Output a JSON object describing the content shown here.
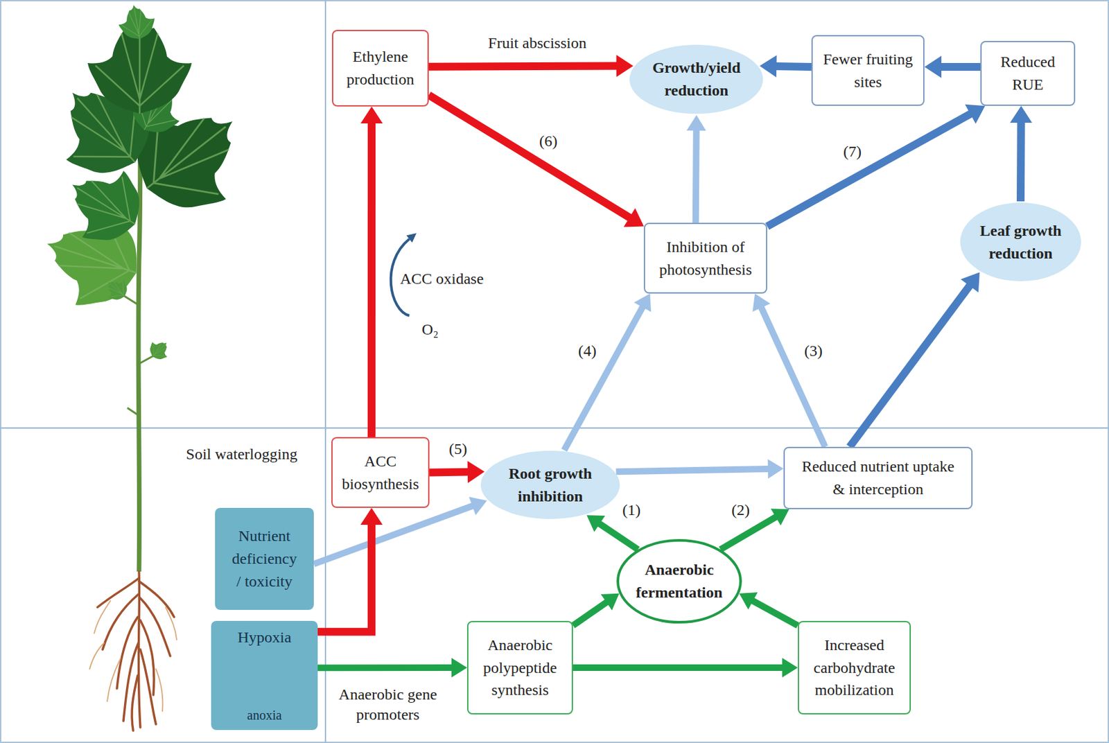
{
  "diagram": {
    "nodes": [
      {
        "text": [
          "Ethylene production"
        ]
      },
      {
        "text": [
          "Growth/yield reduction"
        ]
      },
      {
        "text": [
          "Fewer fruiting sites"
        ]
      },
      {
        "text": [
          "Reduced RUE"
        ]
      },
      {
        "text": [
          "Inhibition of photosynthesis"
        ]
      },
      {
        "text": [
          "Leaf growth reduction"
        ]
      },
      {
        "text": [
          "ACC biosynthesis"
        ]
      },
      {
        "text": [
          "Root growth inhibition"
        ]
      },
      {
        "text": [
          "Reduced nutrient uptake & interception"
        ]
      },
      {
        "text": [
          "Nutrient deficiency / toxicity"
        ]
      },
      {
        "text": [
          "Hypoxia",
          "anoxia"
        ]
      },
      {
        "text": [
          "Anaerobic fermentation"
        ]
      },
      {
        "text": [
          "Anaerobic polypeptide synthesis"
        ]
      },
      {
        "text": [
          "Increased carbohydrate mobilization"
        ]
      }
    ],
    "edges": [
      {
        "from": 0,
        "to": 1,
        "label": "Fruit abscission",
        "arrow": "to"
      },
      {
        "from": 0,
        "to": 4,
        "label": "(6)",
        "arrow": "to"
      },
      {
        "from": 2,
        "to": 1,
        "arrow": "to"
      },
      {
        "from": 3,
        "to": 2,
        "arrow": "to"
      },
      {
        "from": 4,
        "to": 1,
        "arrow": "to"
      },
      {
        "from": 4,
        "to": 3,
        "label": "(7)",
        "arrow": "to"
      },
      {
        "from": 5,
        "to": 3,
        "arrow": "to"
      },
      {
        "from": 6,
        "to": 0,
        "arrow": "to"
      },
      {
        "from": 6,
        "to": 7,
        "label": "(5)",
        "arrow": "to"
      },
      {
        "from": 7,
        "to": 8,
        "arrow": "to"
      },
      {
        "from": 7,
        "to": 4,
        "label": "(4)",
        "arrow": "to"
      },
      {
        "from": 8,
        "to": 4,
        "label": "(3)",
        "arrow": "to"
      },
      {
        "from": 8,
        "to": 5,
        "arrow": "to"
      },
      {
        "from": 9,
        "to": 7,
        "arrow": "to"
      },
      {
        "from": 10,
        "to": 6,
        "arrow": "to"
      },
      {
        "from": 10,
        "to": 12,
        "label": "Anaerobic gene promoters",
        "arrow": "to"
      },
      {
        "from": 12,
        "to": 11,
        "arrow": "to"
      },
      {
        "from": 12,
        "to": 13,
        "arrow": "to"
      },
      {
        "from": 13,
        "to": 11,
        "arrow": "to"
      },
      {
        "from": 11,
        "to": 7,
        "label": "(1)",
        "arrow": "to"
      },
      {
        "from": 11,
        "to": 8,
        "label": "(2)",
        "arrow": "to"
      }
    ],
    "labels": [
      "ACC oxidase",
      "O₂",
      "Soil waterlogging"
    ]
  }
}
